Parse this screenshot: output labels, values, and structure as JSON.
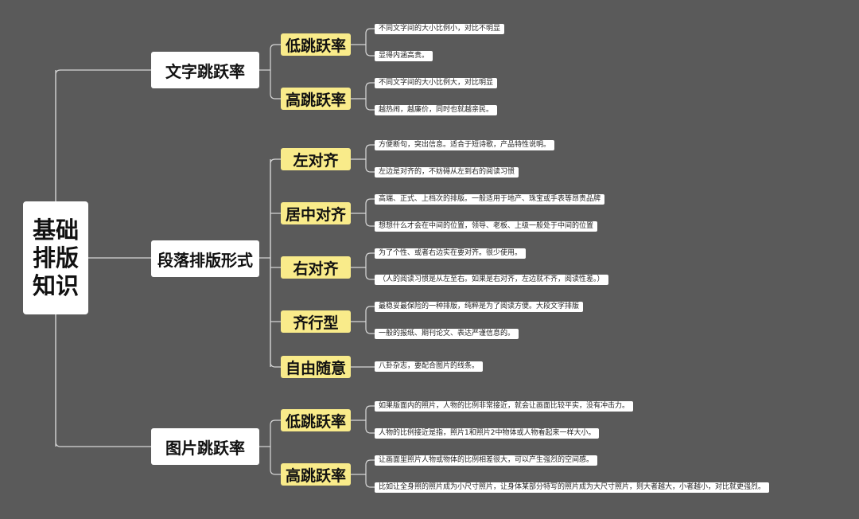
{
  "root": {
    "label": "基础\n排版\n知识"
  },
  "branches": [
    {
      "label": "文字跳跃率",
      "children": [
        {
          "label": "低跳跃率",
          "notes": [
            "不同文字间的大小比例小，对比不明显",
            "显得内涵高贵。"
          ]
        },
        {
          "label": "高跳跃率",
          "notes": [
            "不同文字间的大小比例大，对比明显",
            "越热闹，越廉价，同时也就越亲民。"
          ]
        }
      ]
    },
    {
      "label": "段落排版形式",
      "children": [
        {
          "label": "左对齐",
          "notes": [
            "方便断句，突出信息。适合于短诗歌，产品特性说明。",
            "左边是对齐的，不妨碍从左到右的阅读习惯"
          ]
        },
        {
          "label": "居中对齐",
          "notes": [
            "高端、正式、上档次的排版。一般适用于地产、珠宝或手表等昂贵品牌",
            "想想什么才会在中间的位置，领导、老板、上级一般处于中间的位置"
          ]
        },
        {
          "label": "右对齐",
          "notes": [
            "为了个性、或者右边实在要对齐。很少使用。",
            "（人的阅读习惯是从左至右。如果是右对齐，左边就不齐，阅读性差。）"
          ]
        },
        {
          "label": "齐行型",
          "notes": [
            "最稳妥最保险的一种排版，纯粹是为了阅读方便。大段文字排版",
            "一般的报纸、期刊论文、表达严谨信息的。"
          ]
        },
        {
          "label": "自由随意",
          "notes": [
            "八卦杂志，要配合图片的线条。"
          ]
        }
      ]
    },
    {
      "label": "图片跳跃率",
      "children": [
        {
          "label": "低跳跃率",
          "notes": [
            "如果版面内的照片，人物的比例非常接近，就会让画面比较平实，没有冲击力。",
            "人物的比例接近是指，照片1和照片2中物体或人物看起来一样大小。"
          ]
        },
        {
          "label": "高跳跃率",
          "notes": [
            "让画面里照片人物或物体的比例相差很大，可以产生强烈的空间感。",
            "比如让全身照的照片成为小尺寸照片，让身体某部分特写的照片成为大尺寸照片，则大者越大，小者越小，对比就更强烈。"
          ]
        }
      ]
    }
  ],
  "colors": {
    "background": "#5a5a5a",
    "line": "#d8d8d8",
    "node": "#ffffff",
    "highlight": "#f9eb8a"
  }
}
